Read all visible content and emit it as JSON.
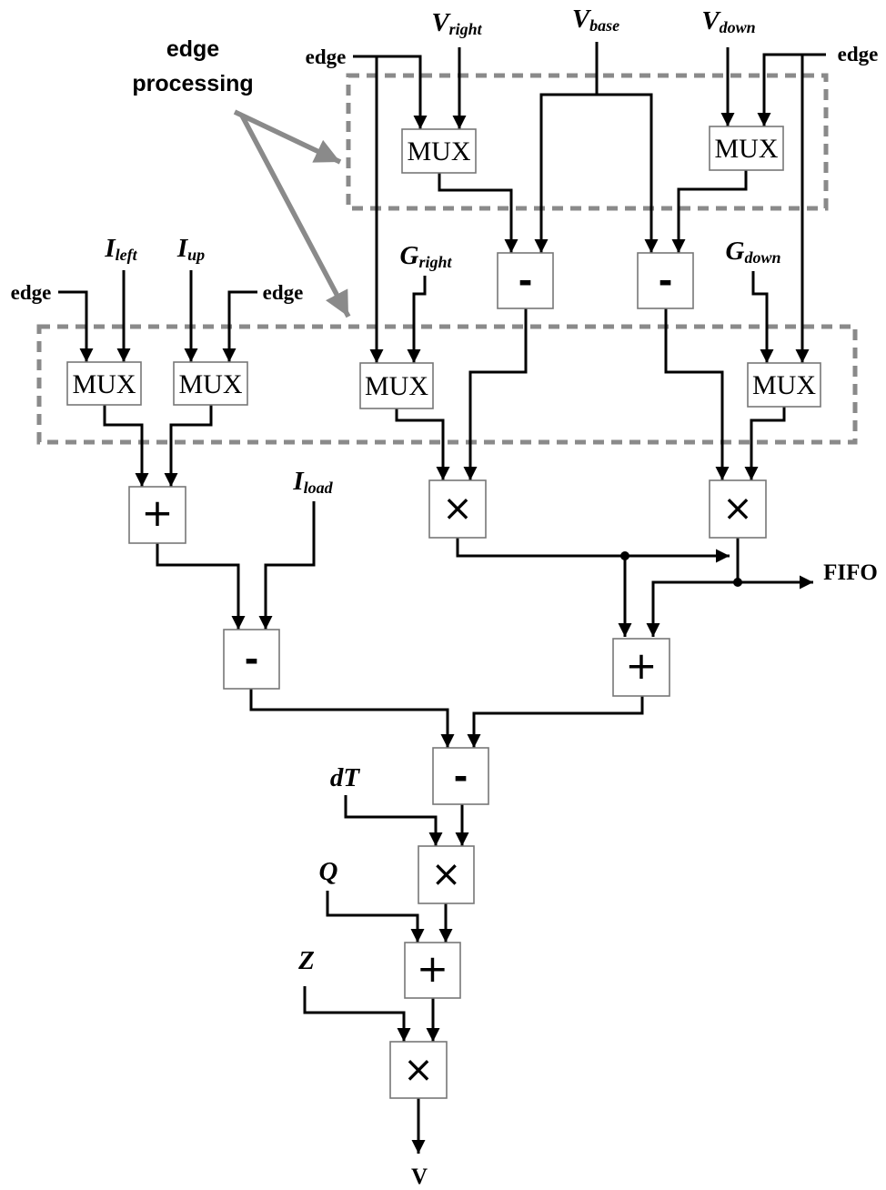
{
  "annotation": {
    "line1": "edge",
    "line2": "processing",
    "color": "#8a8a8a"
  },
  "labels": {
    "edge": "edge",
    "mux": "MUX",
    "plus": "+",
    "minus": "-",
    "times": "×",
    "fifo": "FIFO",
    "output": "V"
  },
  "inputs": {
    "v_right": {
      "main": "V",
      "sub": "right"
    },
    "v_base": {
      "main": "V",
      "sub": "base"
    },
    "v_down": {
      "main": "V",
      "sub": "down"
    },
    "i_left": {
      "main": "I",
      "sub": "left"
    },
    "i_up": {
      "main": "I",
      "sub": "up"
    },
    "g_right": {
      "main": "G",
      "sub": "right"
    },
    "g_down": {
      "main": "G",
      "sub": "down"
    },
    "i_load": {
      "main": "I",
      "sub": "load"
    },
    "dt": "dT",
    "q": "Q",
    "z": "Z"
  }
}
